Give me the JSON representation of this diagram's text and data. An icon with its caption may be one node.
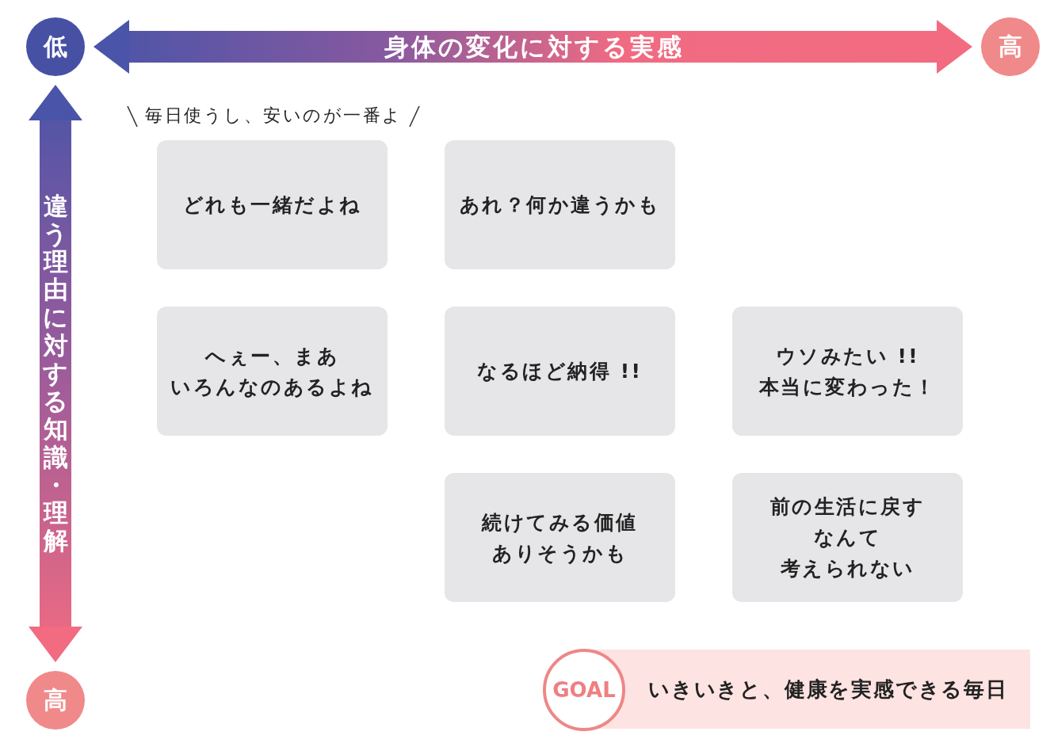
{
  "diagram": {
    "nodes": [
      {
        "text": [
          "低"
        ]
      },
      {
        "text": [
          "高"
        ]
      },
      {
        "text": [
          "高"
        ]
      },
      {
        "text": [
          "どれも一緒だよね"
        ],
        "beside": [
          "毎日使うし、安いのが一番よ"
        ]
      },
      {
        "text": [
          "あれ？何か違うかも"
        ]
      },
      {
        "text": [
          "へぇー、まあいろんなのあるよね"
        ]
      },
      {
        "text": [
          "なるほど納得 !!"
        ]
      },
      {
        "text": [
          "ウソみたい !!本当に変わった！"
        ]
      },
      {
        "text": [
          "続けてみる価値ありそうかも"
        ]
      },
      {
        "text": [
          "前の生活に戻すなんて考えられない"
        ]
      },
      {
        "text": [
          "GOAL"
        ]
      },
      {
        "text": [
          "いきいきと、健康を実感できる毎日"
        ]
      }
    ],
    "edges": [
      {
        "from": 0,
        "to": 1,
        "arrow": "both",
        "label": "身体の変化に対する実感"
      },
      {
        "from": 0,
        "to": 2,
        "arrow": "both",
        "label": "違う理由に対する知識・理解"
      }
    ]
  }
}
